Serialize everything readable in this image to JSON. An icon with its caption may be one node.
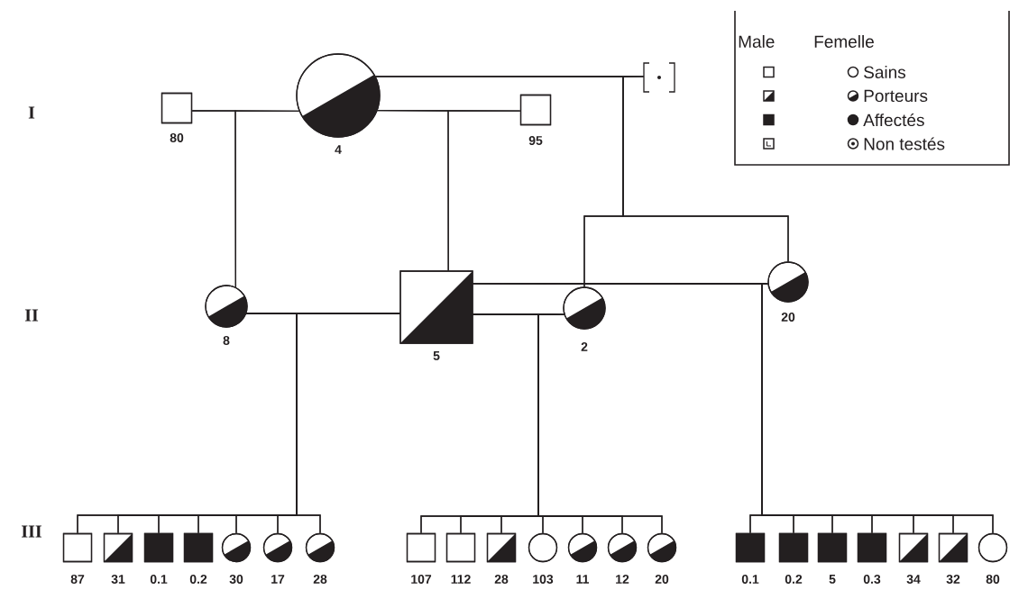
{
  "diagram": {
    "nodes": [
      {
        "text": [],
        "shape": "box",
        "beside": [
          "80"
        ]
      },
      {
        "text": [],
        "shape": "circle",
        "beside": [
          "4"
        ]
      },
      {
        "text": [],
        "shape": "box",
        "beside": [
          "95"
        ]
      },
      {
        "text": [],
        "shape": "bracket"
      },
      {
        "text": [],
        "shape": "circle",
        "beside": [
          "8"
        ]
      },
      {
        "text": [],
        "shape": "box",
        "beside": [
          "5"
        ]
      },
      {
        "text": [],
        "shape": "circle",
        "beside": [
          "2"
        ]
      },
      {
        "text": [],
        "shape": "circle",
        "beside": [
          "20"
        ]
      },
      {
        "text": [],
        "shape": "box",
        "beside": [
          "87"
        ]
      },
      {
        "text": [],
        "shape": "box",
        "beside": [
          "31"
        ]
      },
      {
        "text": [],
        "shape": "box",
        "beside": [
          "0.1"
        ]
      },
      {
        "text": [],
        "shape": "box",
        "beside": [
          "0.2"
        ]
      },
      {
        "text": [],
        "shape": "circle",
        "beside": [
          "30"
        ]
      },
      {
        "text": [],
        "shape": "circle",
        "beside": [
          "17"
        ]
      },
      {
        "text": [],
        "shape": "circle",
        "beside": [
          "28"
        ]
      },
      {
        "text": [],
        "shape": "box",
        "beside": [
          "107"
        ]
      },
      {
        "text": [],
        "shape": "box",
        "beside": [
          "112"
        ]
      },
      {
        "text": [],
        "shape": "box",
        "beside": [
          "28"
        ]
      },
      {
        "text": [],
        "shape": "circle",
        "beside": [
          "103"
        ]
      },
      {
        "text": [],
        "shape": "circle",
        "beside": [
          "11"
        ]
      },
      {
        "text": [],
        "shape": "circle",
        "beside": [
          "12"
        ]
      },
      {
        "text": [],
        "shape": "circle",
        "beside": [
          "20"
        ]
      },
      {
        "text": [],
        "shape": "box",
        "beside": [
          "0.1"
        ]
      },
      {
        "text": [],
        "shape": "box",
        "beside": [
          "0.2"
        ]
      },
      {
        "text": [],
        "shape": "box",
        "beside": [
          "5"
        ]
      },
      {
        "text": [],
        "shape": "box",
        "beside": [
          "0.3"
        ]
      },
      {
        "text": [],
        "shape": "box",
        "beside": [
          "34"
        ]
      },
      {
        "text": [],
        "shape": "box",
        "beside": [
          "32"
        ]
      },
      {
        "text": [],
        "shape": "circle",
        "beside": [
          "80"
        ]
      }
    ],
    "edges": [
      {
        "from": 0,
        "to": 1,
        "arrow": "none"
      },
      {
        "from": 1,
        "to": 2,
        "arrow": "none"
      },
      {
        "from": 1,
        "to": 3,
        "arrow": "none"
      },
      {
        "from": 4,
        "to": 5,
        "arrow": "none"
      },
      {
        "from": 5,
        "to": 6,
        "arrow": "none"
      },
      {
        "from": 5,
        "to": 7,
        "arrow": "none"
      },
      {
        "from": 0,
        "to": 4,
        "arrow": "none"
      },
      {
        "from": 1,
        "to": 4,
        "arrow": "none"
      },
      {
        "from": 1,
        "to": 5,
        "arrow": "none"
      },
      {
        "from": 2,
        "to": 5,
        "arrow": "none"
      },
      {
        "from": 1,
        "to": 6,
        "arrow": "none"
      },
      {
        "from": 3,
        "to": 6,
        "arrow": "none"
      },
      {
        "from": 1,
        "to": 7,
        "arrow": "none"
      },
      {
        "from": 3,
        "to": 7,
        "arrow": "none"
      },
      {
        "from": 4,
        "to": 8,
        "arrow": "none"
      },
      {
        "from": 5,
        "to": 8,
        "arrow": "none"
      },
      {
        "from": 4,
        "to": 9,
        "arrow": "none"
      },
      {
        "from": 5,
        "to": 9,
        "arrow": "none"
      },
      {
        "from": 4,
        "to": 10,
        "arrow": "none"
      },
      {
        "from": 5,
        "to": 10,
        "arrow": "none"
      },
      {
        "from": 4,
        "to": 11,
        "arrow": "none"
      },
      {
        "from": 5,
        "to": 11,
        "arrow": "none"
      },
      {
        "from": 4,
        "to": 12,
        "arrow": "none"
      },
      {
        "from": 5,
        "to": 12,
        "arrow": "none"
      },
      {
        "from": 4,
        "to": 13,
        "arrow": "none"
      },
      {
        "from": 5,
        "to": 13,
        "arrow": "none"
      },
      {
        "from": 4,
        "to": 14,
        "arrow": "none"
      },
      {
        "from": 5,
        "to": 14,
        "arrow": "none"
      },
      {
        "from": 5,
        "to": 15,
        "arrow": "none"
      },
      {
        "from": 6,
        "to": 15,
        "arrow": "none"
      },
      {
        "from": 5,
        "to": 16,
        "arrow": "none"
      },
      {
        "from": 6,
        "to": 16,
        "arrow": "none"
      },
      {
        "from": 5,
        "to": 17,
        "arrow": "none"
      },
      {
        "from": 6,
        "to": 17,
        "arrow": "none"
      },
      {
        "from": 5,
        "to": 18,
        "arrow": "none"
      },
      {
        "from": 6,
        "to": 18,
        "arrow": "none"
      },
      {
        "from": 5,
        "to": 19,
        "arrow": "none"
      },
      {
        "from": 6,
        "to": 19,
        "arrow": "none"
      },
      {
        "from": 5,
        "to": 20,
        "arrow": "none"
      },
      {
        "from": 6,
        "to": 20,
        "arrow": "none"
      },
      {
        "from": 5,
        "to": 21,
        "arrow": "none"
      },
      {
        "from": 6,
        "to": 21,
        "arrow": "none"
      },
      {
        "from": 5,
        "to": 22,
        "arrow": "none"
      },
      {
        "from": 7,
        "to": 22,
        "arrow": "none"
      },
      {
        "from": 5,
        "to": 23,
        "arrow": "none"
      },
      {
        "from": 7,
        "to": 23,
        "arrow": "none"
      },
      {
        "from": 5,
        "to": 24,
        "arrow": "none"
      },
      {
        "from": 7,
        "to": 24,
        "arrow": "none"
      },
      {
        "from": 5,
        "to": 25,
        "arrow": "none"
      },
      {
        "from": 7,
        "to": 25,
        "arrow": "none"
      },
      {
        "from": 5,
        "to": 26,
        "arrow": "none"
      },
      {
        "from": 7,
        "to": 26,
        "arrow": "none"
      },
      {
        "from": 5,
        "to": 27,
        "arrow": "none"
      },
      {
        "from": 7,
        "to": 27,
        "arrow": "none"
      },
      {
        "from": 5,
        "to": 28,
        "arrow": "none"
      },
      {
        "from": 7,
        "to": 28,
        "arrow": "none"
      }
    ],
    "labels": [
      "I",
      "II",
      "III",
      "Male",
      "Femelle"
    ],
    "legend": [
      {
        "text": "Sains"
      },
      {
        "text": "Porteurs"
      },
      {
        "text": "Affectés"
      },
      {
        "text": "Non testés"
      }
    ]
  }
}
